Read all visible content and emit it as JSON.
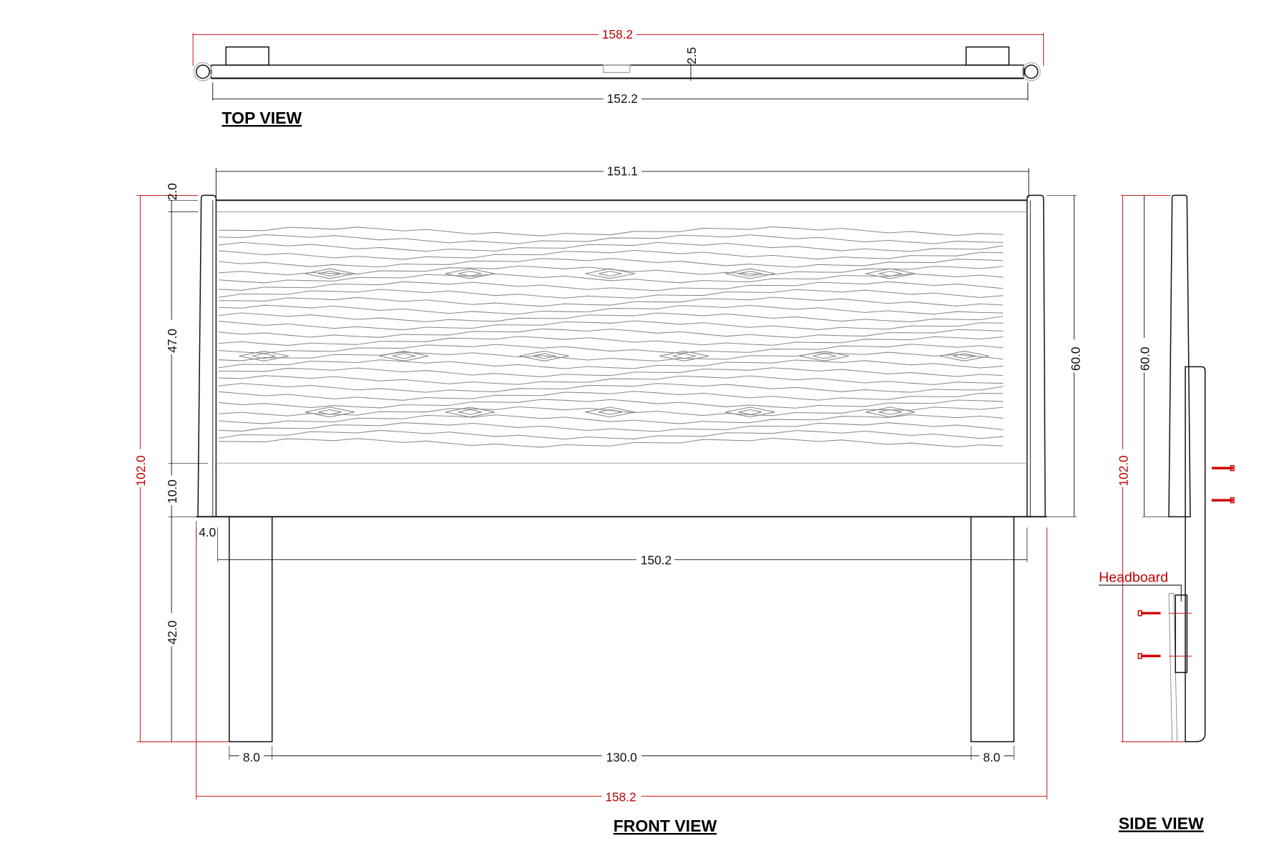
{
  "colors": {
    "line": "#111111",
    "dimension_red": "#c00000",
    "grain": "#888888"
  },
  "top_view": {
    "title": "TOP VIEW",
    "overall_width": "158.2",
    "inner_width": "152.2",
    "depth": "2.5"
  },
  "front_view": {
    "title": "FRONT VIEW",
    "panel_width": "151.1",
    "top_gap": "2.0",
    "panel_height": "47.0",
    "bottom_rail": "10.0",
    "total_height": "102.0",
    "post_width": "4.0",
    "inner_width": "150.2",
    "leg_height": "42.0",
    "leg_width_left": "8.0",
    "leg_spacing": "130.0",
    "leg_width_right": "8.0",
    "overall_width": "158.2",
    "headboard_height": "60.0"
  },
  "side_view": {
    "title": "SIDE VIEW",
    "total_height": "102.0",
    "headboard_height": "60.0",
    "label": "Headboard"
  }
}
